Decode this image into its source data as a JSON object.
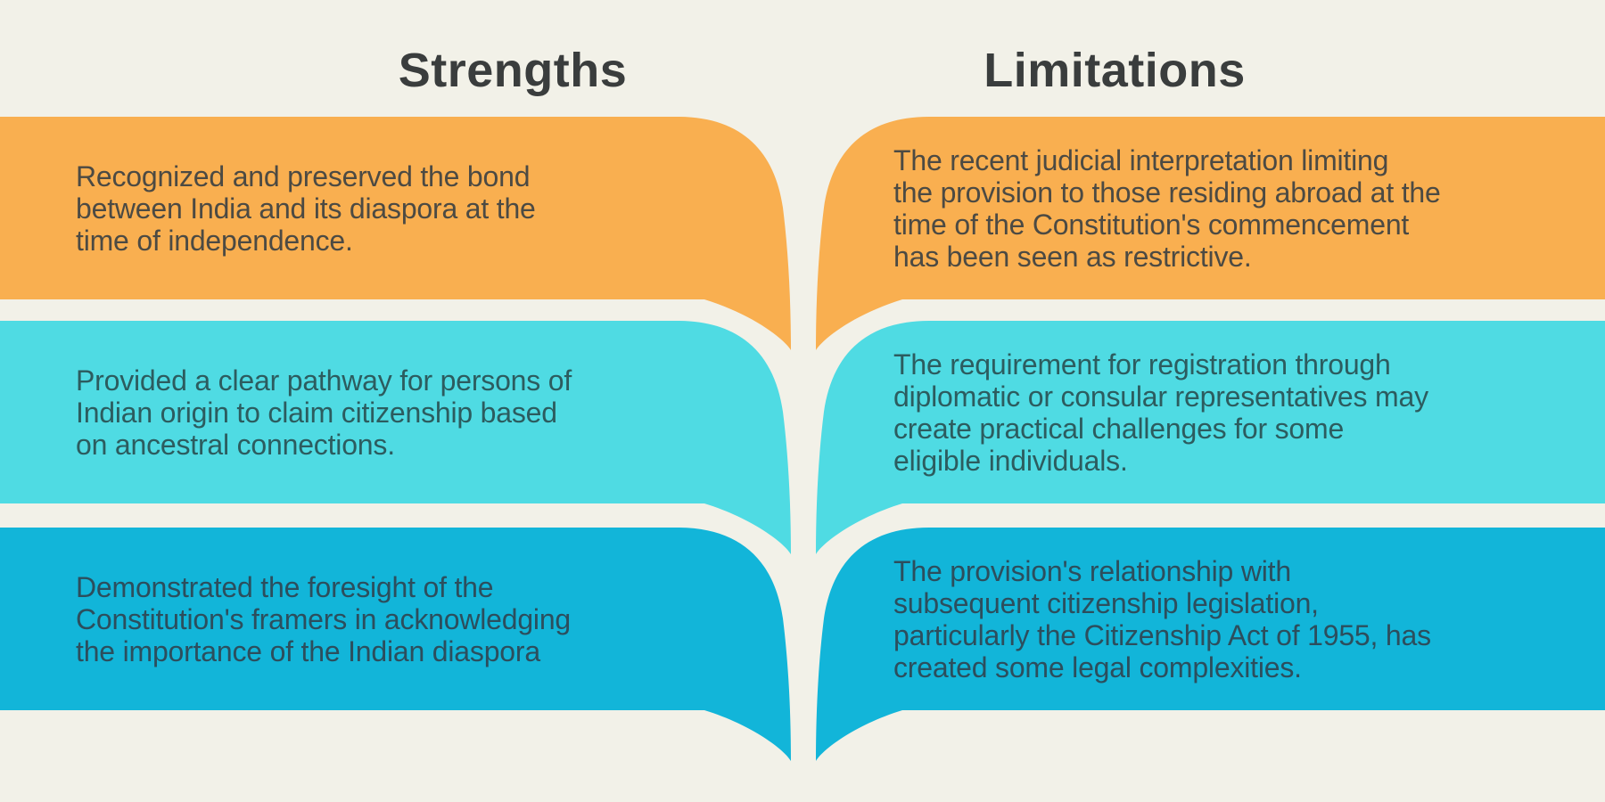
{
  "colors": {
    "background": "#F2F1E8",
    "row1_orange": "#F9AF50",
    "row2_cyan": "#4FDBE3",
    "row3_blue": "#12B5D9",
    "heading_text": "#3A3D3D",
    "text_on_orange": "#4C4A43",
    "text_on_cyan": "#2C5C5F",
    "text_on_blue": "#2C4E5D"
  },
  "columns": {
    "strengths": {
      "heading": "Strengths",
      "cards": [
        {
          "text": "Recognized and preserved the bond\nbetween India and its diaspora at the\ntime of independence."
        },
        {
          "text": "Provided a clear pathway for persons of\nIndian origin to claim citizenship based\non ancestral connections."
        },
        {
          "text": "Demonstrated the foresight of the\nConstitution's framers in acknowledging\nthe importance of the Indian diaspora"
        }
      ]
    },
    "limitations": {
      "heading": "Limitations",
      "cards": [
        {
          "text": "The recent judicial interpretation limiting\nthe provision to those residing abroad at the\ntime of the Constitution's commencement\nhas been seen as restrictive."
        },
        {
          "text": "The requirement for registration through\ndiplomatic or consular representatives may\ncreate practical challenges for some\neligible individuals."
        },
        {
          "text": "The provision's relationship with\nsubsequent citizenship legislation,\nparticularly the Citizenship Act of 1955, has\ncreated some legal complexities."
        }
      ]
    }
  }
}
